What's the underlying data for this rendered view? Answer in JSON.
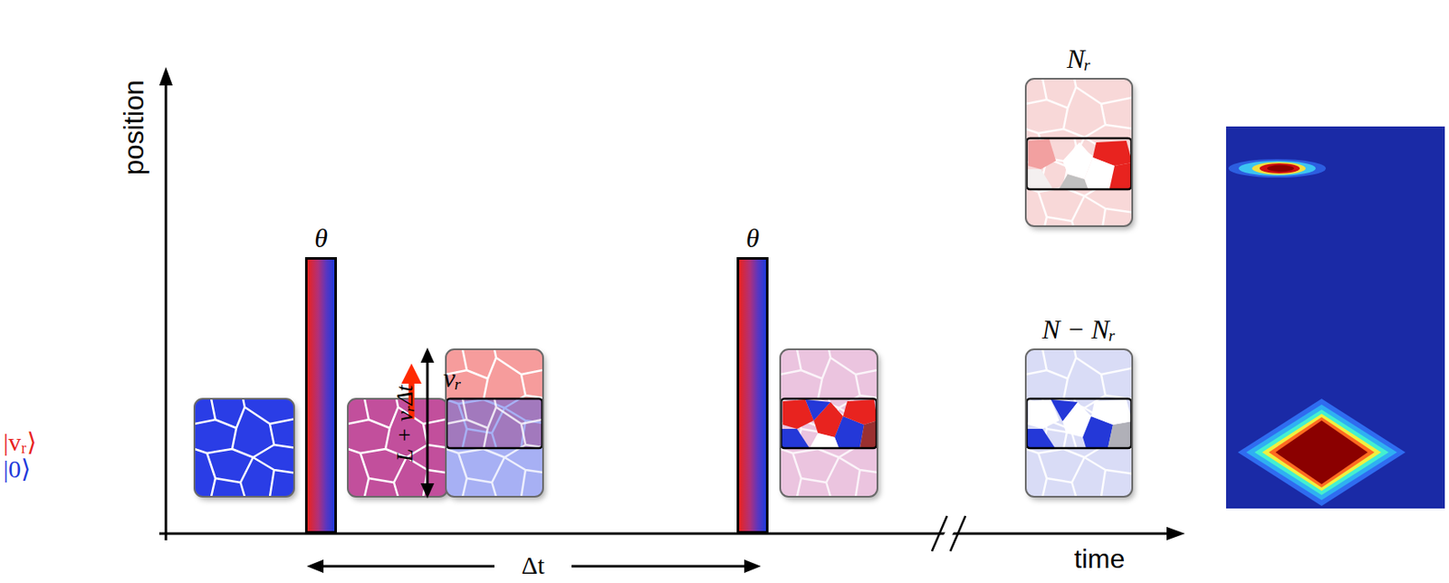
{
  "diagram": {
    "nodes": [
      {
        "text": [
          "θ"
        ]
      },
      {
        "text": [
          "θ"
        ]
      },
      {
        "text": [
          "Nᵣ"
        ]
      },
      {
        "text": [
          "N − Nᵣ"
        ]
      }
    ],
    "labels": [
      "position",
      "|vᵣ⟩",
      "|0⟩",
      "vᵣ",
      "L + vᵣΔt",
      "Δt",
      "time"
    ]
  }
}
